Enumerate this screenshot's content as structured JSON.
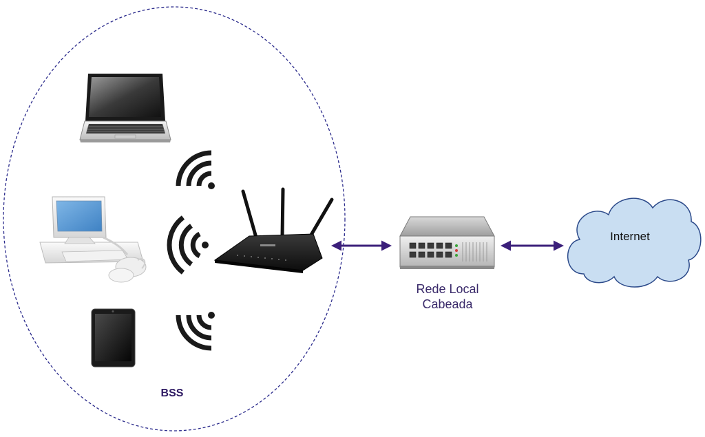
{
  "diagram": {
    "bss_label": "BSS",
    "lan_label_line1": "Rede Local",
    "lan_label_line2": "Cabeada",
    "internet_label": "Internet"
  },
  "colors": {
    "bss_boundary": "#2b2b8c",
    "arrow": "#3b1f7a",
    "cloud_fill": "#c9def2",
    "cloud_stroke": "#2c4a8a"
  },
  "icons": [
    "laptop-icon",
    "desktop-computer-icon",
    "tablet-icon",
    "wifi-signal-icon",
    "wireless-router-icon",
    "network-switch-icon",
    "cloud-icon"
  ]
}
